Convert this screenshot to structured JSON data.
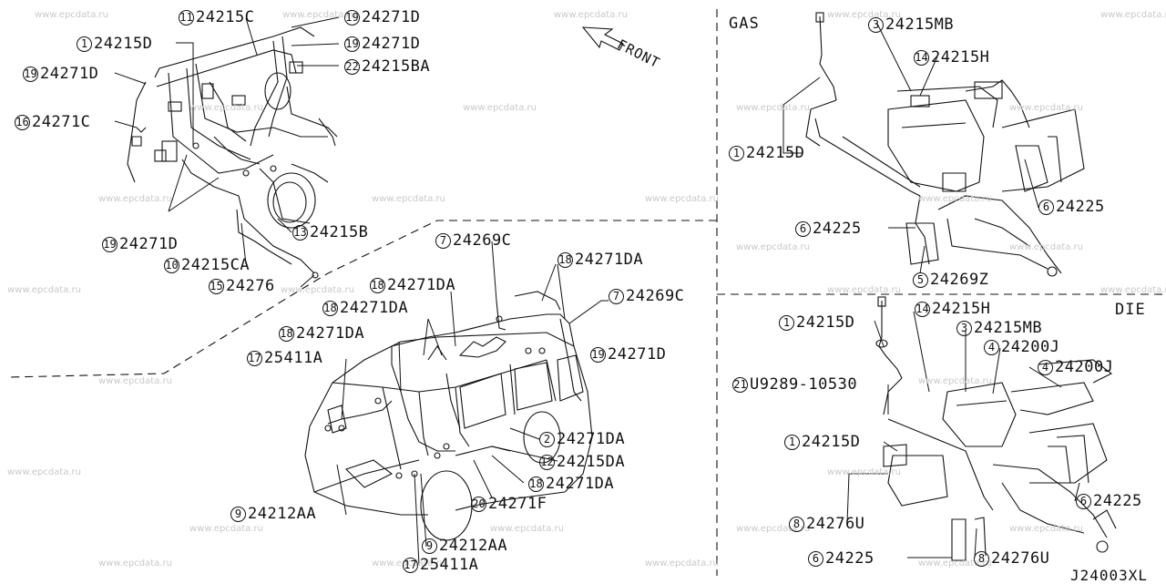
{
  "sections": {
    "gas": "GAS",
    "diesel": "DIE"
  },
  "front_label": "FRONT",
  "figure_code": "J24003XL",
  "watermark": "www.epcdata.ru",
  "callouts": [
    {
      "id": "l1",
      "num": "11",
      "part": "24215C"
    },
    {
      "id": "l2",
      "num": "19",
      "part": "24271D"
    },
    {
      "id": "l3",
      "num": "1",
      "part": "24215D"
    },
    {
      "id": "l4",
      "num": "19",
      "part": "24271D"
    },
    {
      "id": "l5",
      "num": "22",
      "part": "24215BA"
    },
    {
      "id": "l6",
      "num": "19",
      "part": "24271D"
    },
    {
      "id": "l7",
      "num": "16",
      "part": "24271C"
    },
    {
      "id": "l8",
      "num": "13",
      "part": "24215B"
    },
    {
      "id": "l9",
      "num": "19",
      "part": "24271D"
    },
    {
      "id": "l10",
      "num": "10",
      "part": "24215CA"
    },
    {
      "id": "l11",
      "num": "15",
      "part": "24276"
    },
    {
      "id": "l12",
      "num": "7",
      "part": "24269C"
    },
    {
      "id": "l13",
      "num": "18",
      "part": "24271DA"
    },
    {
      "id": "l14",
      "num": "18",
      "part": "24271DA"
    },
    {
      "id": "l15",
      "num": "7",
      "part": "24269C"
    },
    {
      "id": "l16",
      "num": "18",
      "part": "24271DA"
    },
    {
      "id": "l17",
      "num": "18",
      "part": "24271DA"
    },
    {
      "id": "l18",
      "num": "19",
      "part": "24271D"
    },
    {
      "id": "l19",
      "num": "17",
      "part": "25411A"
    },
    {
      "id": "l20",
      "num": "2",
      "part": "24271DA"
    },
    {
      "id": "l21",
      "num": "12",
      "part": "24215DA"
    },
    {
      "id": "l22",
      "num": "18",
      "part": "24271DA"
    },
    {
      "id": "l23",
      "num": "20",
      "part": "24271F"
    },
    {
      "id": "l24",
      "num": "9",
      "part": "24212AA"
    },
    {
      "id": "l25",
      "num": "9",
      "part": "24212AA"
    },
    {
      "id": "l26",
      "num": "17",
      "part": "25411A"
    },
    {
      "id": "g1",
      "num": "3",
      "part": "24215MB"
    },
    {
      "id": "g2",
      "num": "14",
      "part": "24215H"
    },
    {
      "id": "g3",
      "num": "1",
      "part": "24215D"
    },
    {
      "id": "g4",
      "num": "6",
      "part": "24225"
    },
    {
      "id": "g5",
      "num": "6",
      "part": "24225"
    },
    {
      "id": "g6",
      "num": "5",
      "part": "24269Z"
    },
    {
      "id": "d1",
      "num": "1",
      "part": "24215D"
    },
    {
      "id": "d2",
      "num": "14",
      "part": "24215H"
    },
    {
      "id": "d3",
      "num": "3",
      "part": "24215MB"
    },
    {
      "id": "d4",
      "num": "4",
      "part": "24200J"
    },
    {
      "id": "d5",
      "num": "4",
      "part": "24200J"
    },
    {
      "id": "d6",
      "num": "21",
      "part": "U9289-10530"
    },
    {
      "id": "d7",
      "num": "1",
      "part": "24215D"
    },
    {
      "id": "d8",
      "num": "6",
      "part": "24225"
    },
    {
      "id": "d9",
      "num": "8",
      "part": "24276U"
    },
    {
      "id": "d10",
      "num": "6",
      "part": "24225"
    },
    {
      "id": "d11",
      "num": "8",
      "part": "24276U"
    }
  ]
}
